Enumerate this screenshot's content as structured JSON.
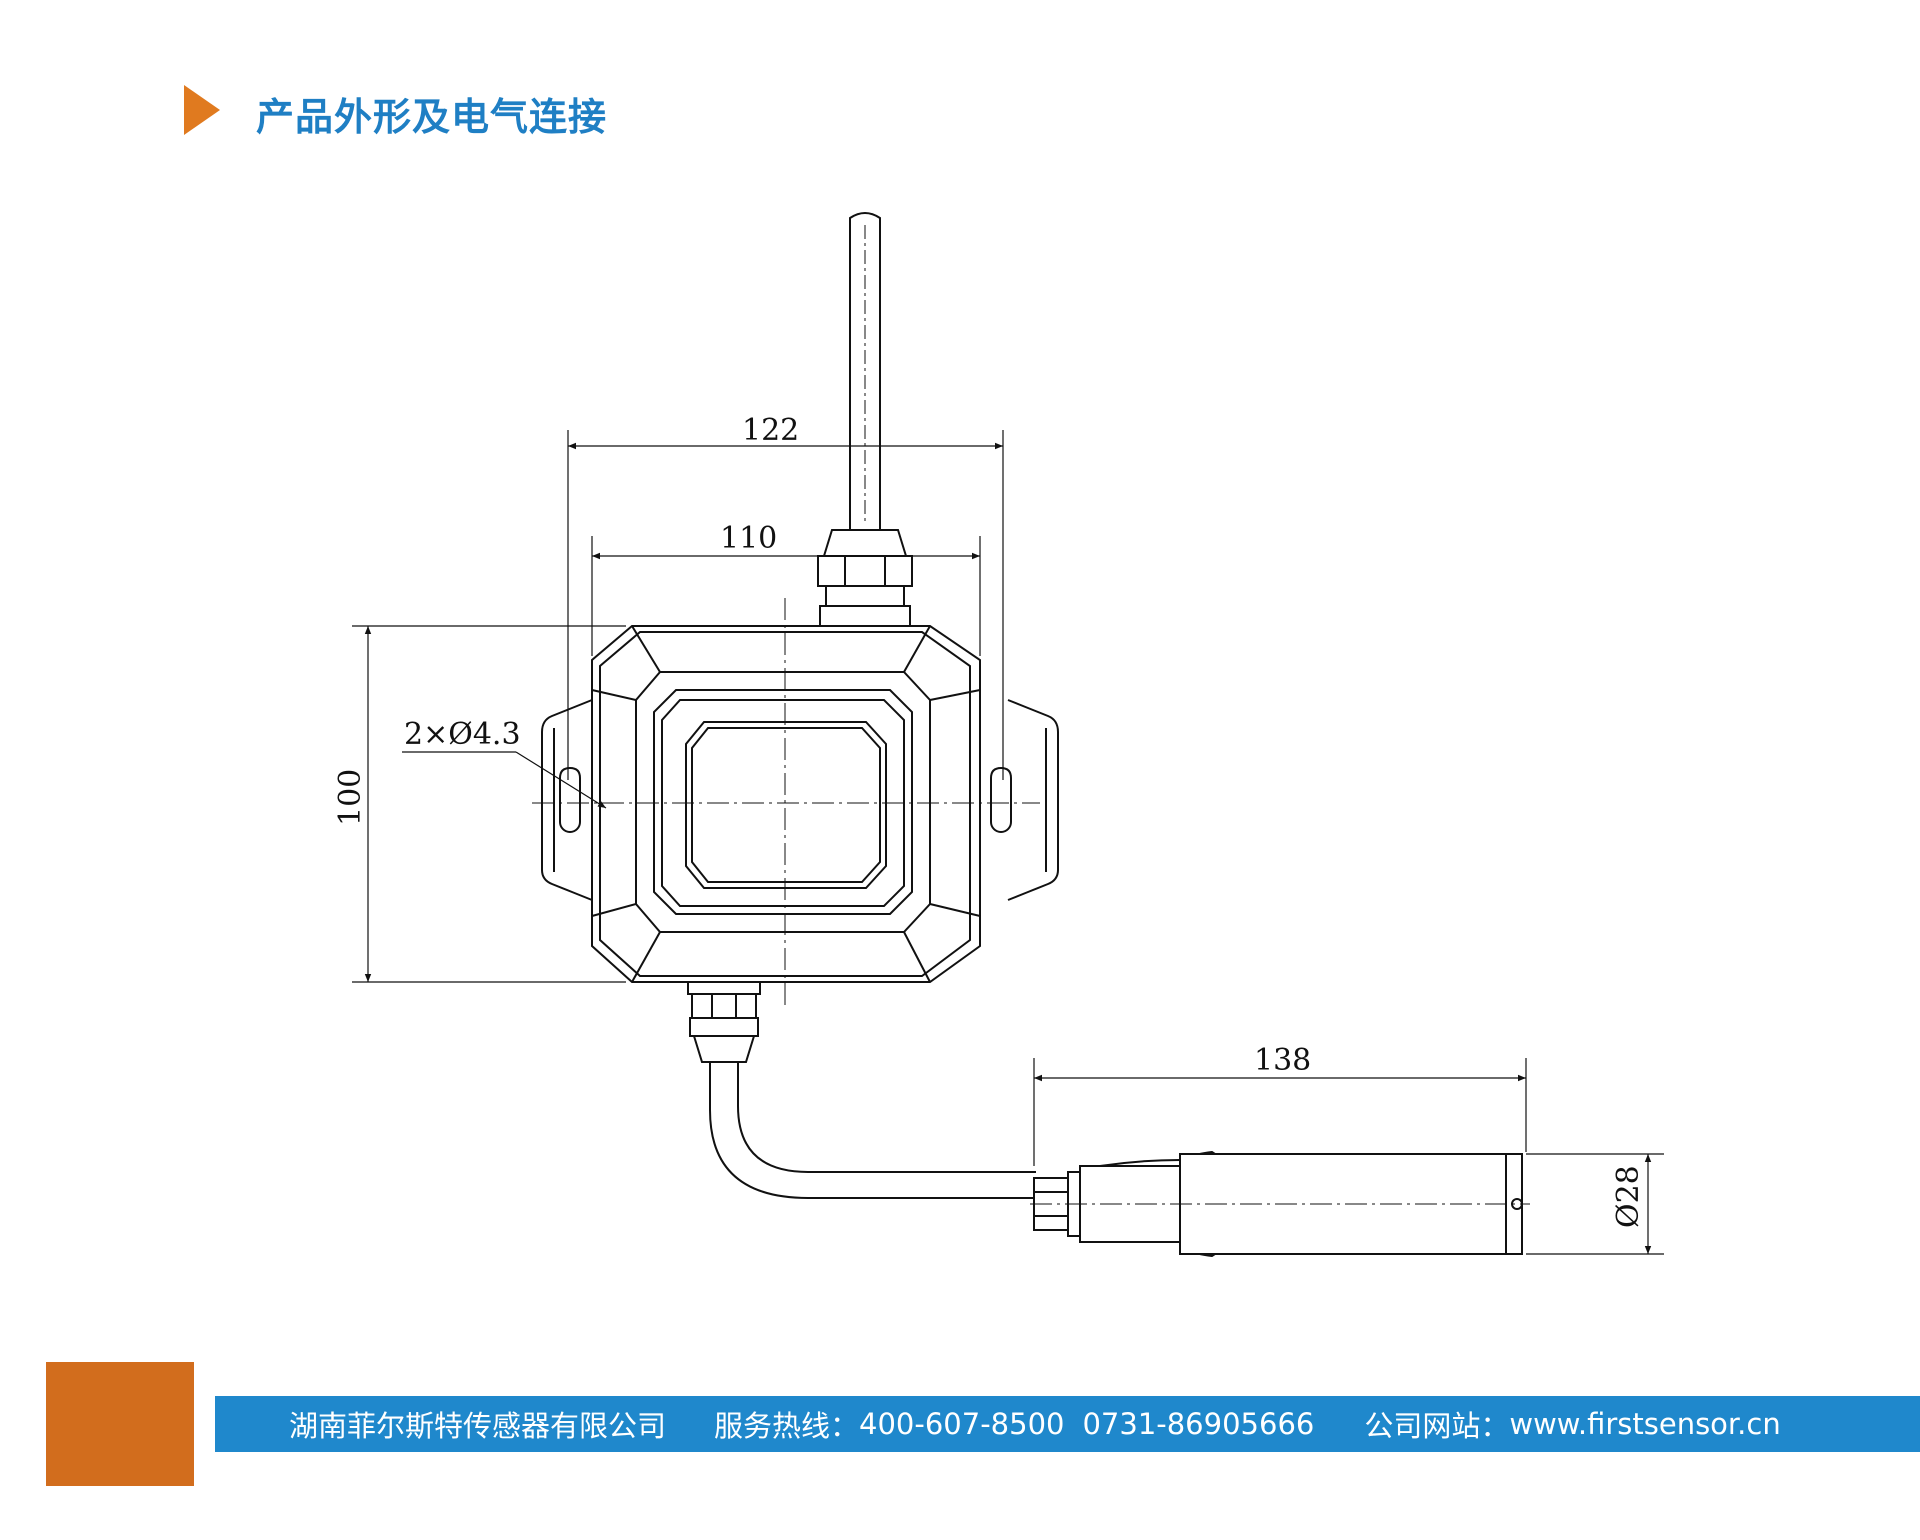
{
  "header": {
    "title": "产品外形及电气连接"
  },
  "colors": {
    "accent": "#e07a1f",
    "brand_blue": "#1f7fc4",
    "footer_bar": "#1f88cc",
    "footer_block": "#d26d1d"
  },
  "drawing": {
    "dimensions": {
      "overall_width": "122",
      "body_width": "110",
      "height": "100",
      "mount_holes": "2×Ø4.3",
      "probe_length": "138",
      "probe_diameter": "Ø28"
    }
  },
  "footer": {
    "company": "湖南菲尔斯特传感器有限公司",
    "hotline_label": "服务热线：",
    "phone_1": "400-607-8500",
    "phone_2": "0731-86905666",
    "website_label": "公司网站：",
    "website": "www.firstsensor.cn"
  }
}
